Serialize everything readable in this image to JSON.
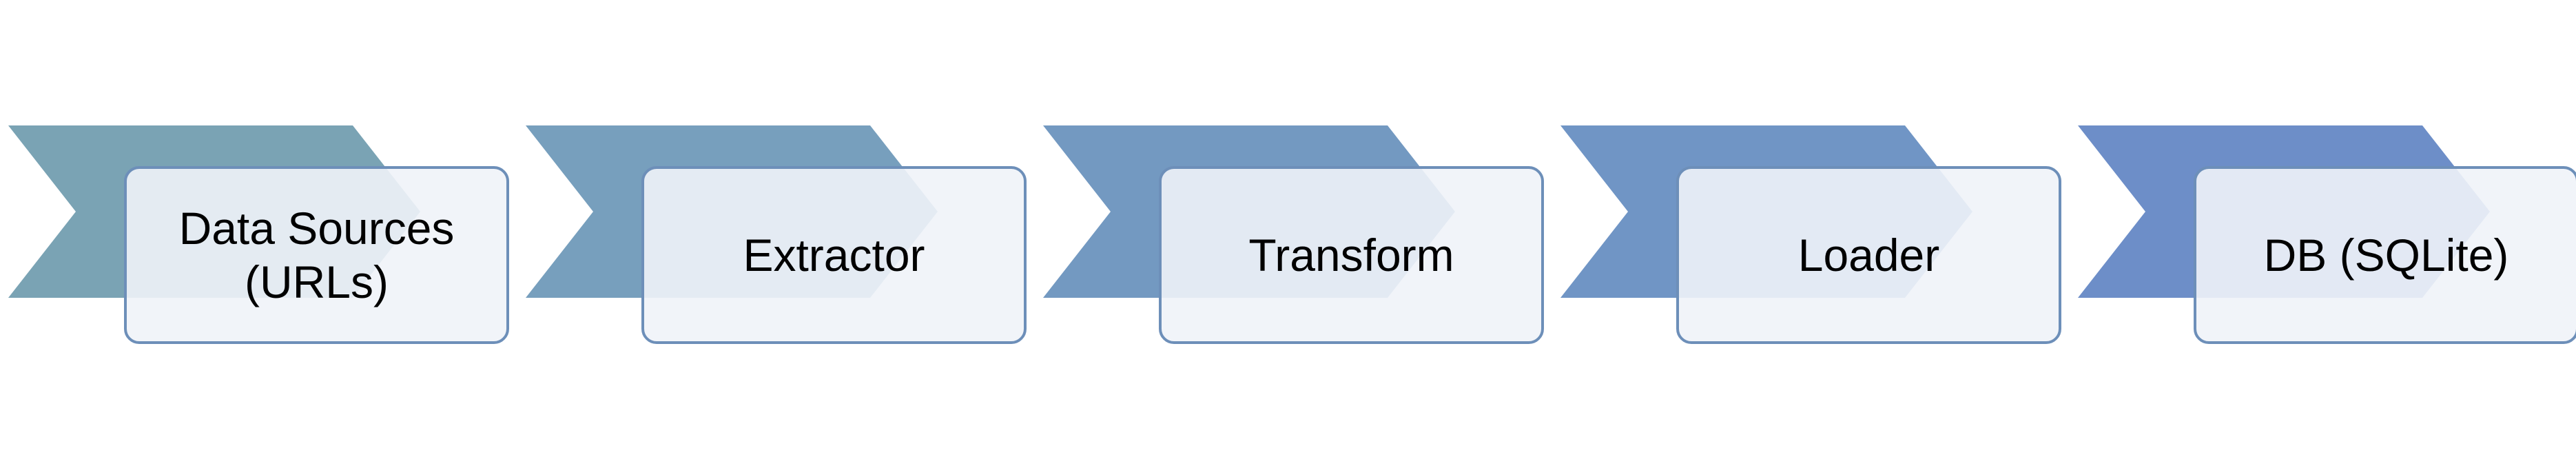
{
  "diagram": {
    "steps": [
      {
        "lines": [
          "Data Sources",
          "(URLs)"
        ],
        "color": "#7aa3b4"
      },
      {
        "lines": [
          "Extractor"
        ],
        "color": "#779fbd"
      },
      {
        "lines": [
          "Transform"
        ],
        "color": "#7399c1"
      },
      {
        "lines": [
          "Loader"
        ],
        "color": "#7095c5"
      },
      {
        "lines": [
          "DB (SQLite)"
        ],
        "color": "#6d8ec8"
      }
    ],
    "box_border_color": "#6d8fb9",
    "box_fill_color": "#eff3f8"
  }
}
